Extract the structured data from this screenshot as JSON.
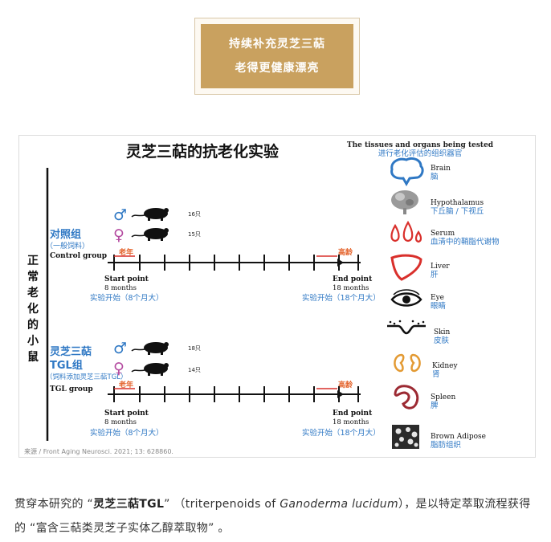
{
  "banner": {
    "line1": "持续补充灵芝三萜",
    "line2": "老得更健康漂亮"
  },
  "figure": {
    "title": "灵芝三萜的抗老化实验",
    "organs_header_en": "The tissues and organs being tested",
    "organs_header_zh": "进行老化评估的组织器官",
    "side_label": [
      "正",
      "常",
      "老",
      "化",
      "的",
      "小",
      "鼠"
    ],
    "control": {
      "name_zh": "对照组",
      "sub_zh": "（一般饲料）",
      "name_en": "Control group",
      "male_count": "16只",
      "female_count": "15只",
      "old_label": "老年",
      "end_label": "高龄",
      "start_en": "Start point",
      "start_months": "8 months",
      "start_zh": "实验开始（8个月大）",
      "end_en": "End point",
      "end_months": "18 months",
      "end_zh": "实验开始（18个月大）"
    },
    "tgl": {
      "name_zh": "灵芝三萜",
      "name_zh2": "TGL组",
      "sub_zh": "（饲料添加灵芝三萜TGL）",
      "name_en": "TGL group",
      "male_count": "18只",
      "female_count": "14只",
      "old_label": "老年",
      "end_label": "高龄",
      "start_en": "Start point",
      "start_months": "8 months",
      "start_zh": "实验开始（8个月大）",
      "end_en": "End point",
      "end_months": "18 months",
      "end_zh": "实验开始（18个月大）"
    },
    "organs": [
      {
        "en": "Brain",
        "zh": "脑",
        "icon": "brain-icon"
      },
      {
        "en": "Hypothalamus",
        "zh": "下丘脑 / 下视丘",
        "icon": "hypothalamus-icon"
      },
      {
        "en": "Serum",
        "zh": "血清中的鞘脂代谢物",
        "icon": "serum-drops-icon"
      },
      {
        "en": "Liver",
        "zh": "肝",
        "icon": "liver-icon"
      },
      {
        "en": "Eye",
        "zh": "眼睛",
        "icon": "eye-icon"
      },
      {
        "en": "Skin",
        "zh": "皮肤",
        "icon": "skin-icon"
      },
      {
        "en": "Kidney",
        "zh": "肾",
        "icon": "kidney-icon"
      },
      {
        "en": "Spleen",
        "zh": "脾",
        "icon": "spleen-icon"
      },
      {
        "en": "Brown Adipose",
        "zh": "脂肪组织",
        "icon": "brown-adipose-icon"
      }
    ],
    "source": "来源 / Front Aging Neurosci. 2021; 13: 628860."
  },
  "caption": {
    "p1": "贯穿本研究的 “",
    "bold1": "灵芝三萜TGL",
    "p2": "” （triterpenoids of ",
    "italic1": "Ganoderma lucidum",
    "p3": "），是以特定萃取流程获得的 “富含三萜类灵芝子实体乙醇萃取物” 。"
  },
  "colors": {
    "blue": "#2f78c4",
    "red": "#d9302c",
    "orange": "#e4622a",
    "gold": "#c9a15f",
    "pink": "#b44aa0"
  }
}
